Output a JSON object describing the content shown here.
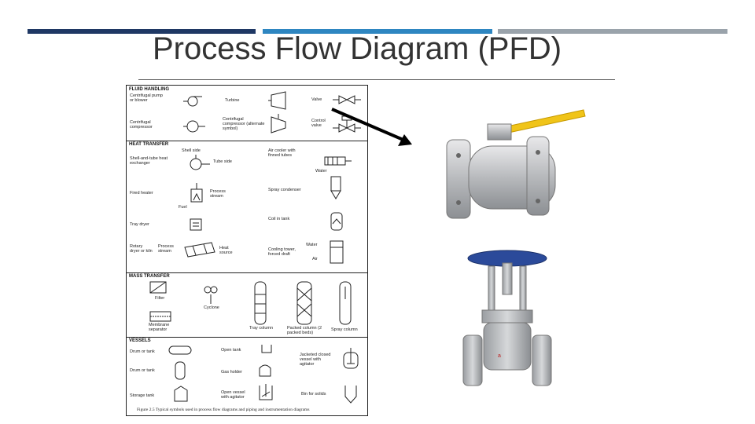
{
  "slide": {
    "title": "Process Flow Diagram (PFD)",
    "accent_colors": [
      "#1f3864",
      "#2e86c1",
      "#9aa3ab"
    ]
  },
  "figure": {
    "caption": "Figure 2.5  Typical symbols used in process flow diagrams and piping and instrumentation diagrams",
    "sections": [
      {
        "title": "FLUID HANDLING",
        "labels": [
          "Centrifugal pump or blower",
          "Turbine",
          "Valve",
          "Centrifugal compressor",
          "Centrifugal compressor (alternate symbol)",
          "Control valve"
        ]
      },
      {
        "title": "HEAT TRANSFER",
        "labels": [
          "Shell side",
          "Shell-and-tube heat exchanger",
          "Tube side",
          "Air cooler with finned tubes",
          "Water",
          "Fired heater",
          "Process stream",
          "Fuel",
          "Spray condenser",
          "Tray dryer",
          "Coil in tank",
          "Rotary dryer or kiln",
          "Process stream",
          "Heat source",
          "Water",
          "Cooling tower, forced draft",
          "Air"
        ]
      },
      {
        "title": "MASS TRANSFER",
        "labels": [
          "Filter",
          "Cyclone",
          "Membrane separator",
          "Tray column",
          "Packed column (2 packed beds)",
          "Spray column"
        ]
      },
      {
        "title": "VESSELS",
        "labels": [
          "Drum or tank",
          "Open tank",
          "Drum or tank",
          "Gas holder",
          "Jacketed closed vessel with agitator",
          "Storage tank",
          "Open vessel with agitator",
          "Bin for solids"
        ]
      }
    ]
  },
  "images": [
    {
      "name": "ball-valve-photo",
      "description": "flanged ball valve with yellow lever handle"
    },
    {
      "name": "gate-valve-photo",
      "description": "flanged gate valve with blue handwheel"
    }
  ]
}
